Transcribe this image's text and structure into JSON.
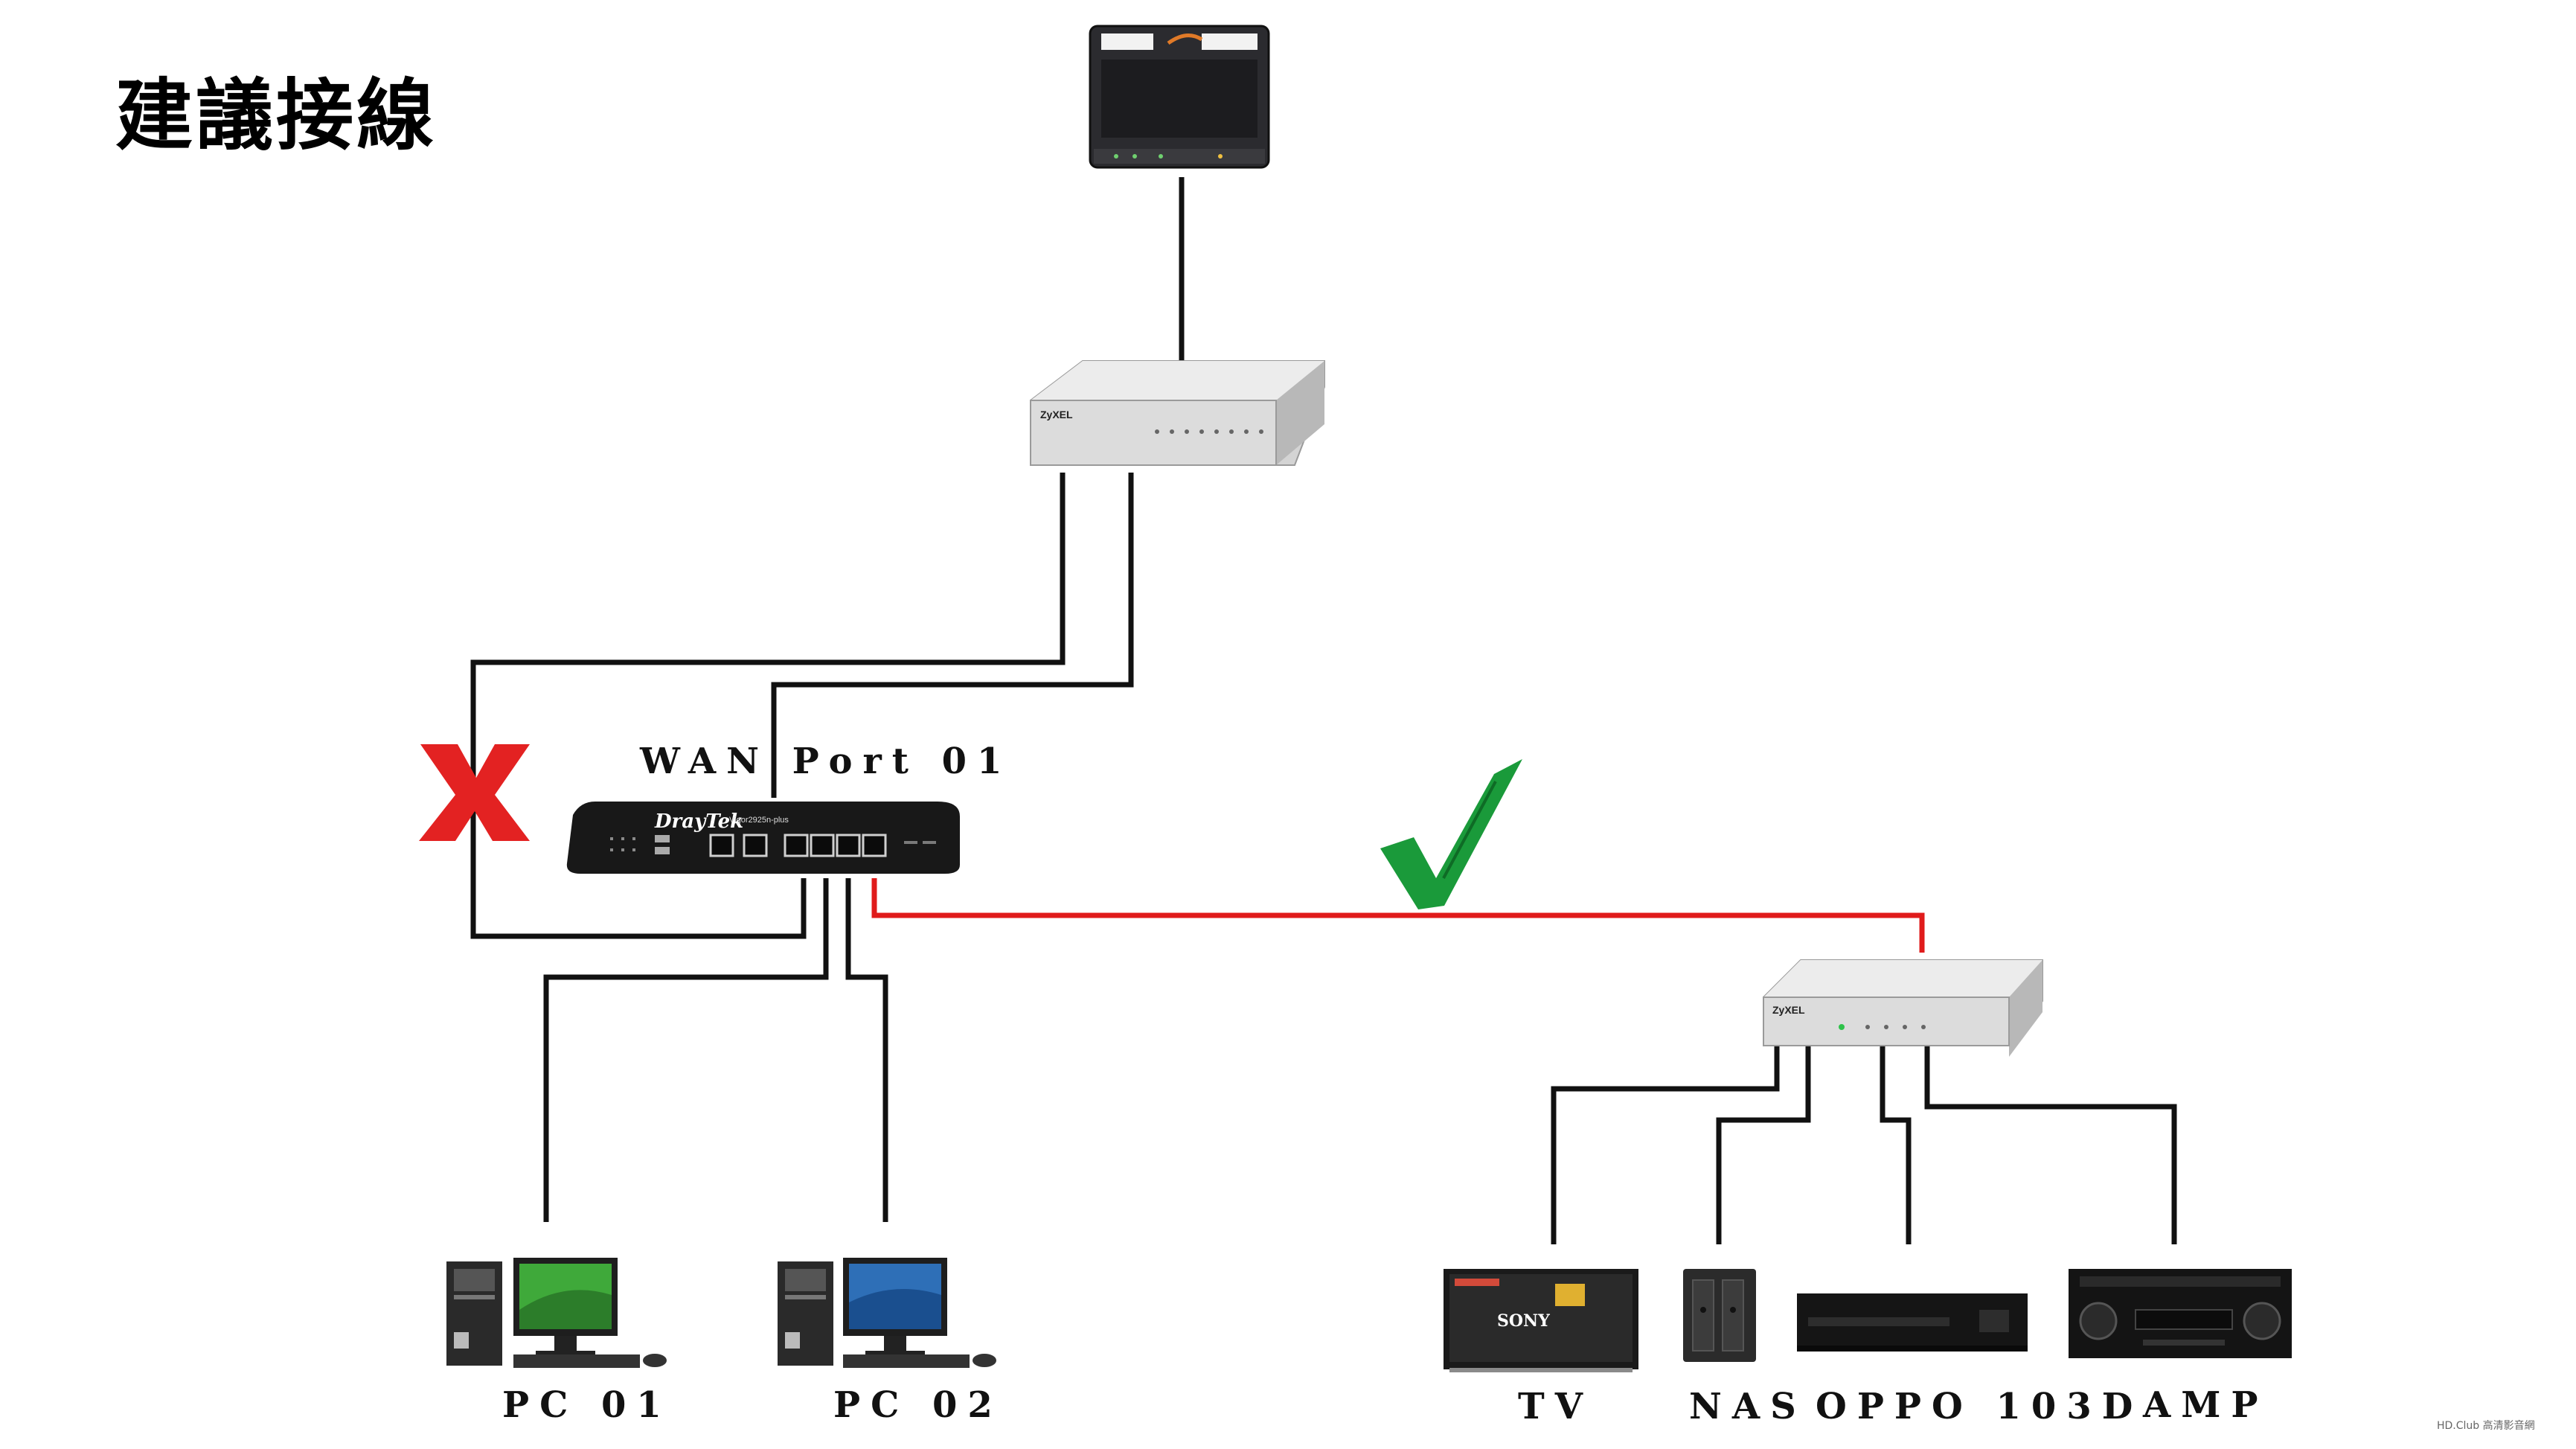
{
  "title": "建議接線",
  "labels": {
    "wan_port": "WAN Port 01",
    "pc1": "PC 01",
    "pc2": "PC 02",
    "tv": "TV",
    "nas": "NAS",
    "oppo": "OPPO 103D",
    "amp": "AMP"
  },
  "devices": {
    "router_brand": "DrayTek",
    "router_model": "Vigor2925n-plus",
    "switch_brand": "ZyXEL",
    "tv_brand": "SONY"
  },
  "watermark": "HD.Club 高清影音網",
  "colors": {
    "line": "#111111",
    "recommended_line": "#e01b1b",
    "cross": "#e32222",
    "check": "#1a9a3a"
  }
}
